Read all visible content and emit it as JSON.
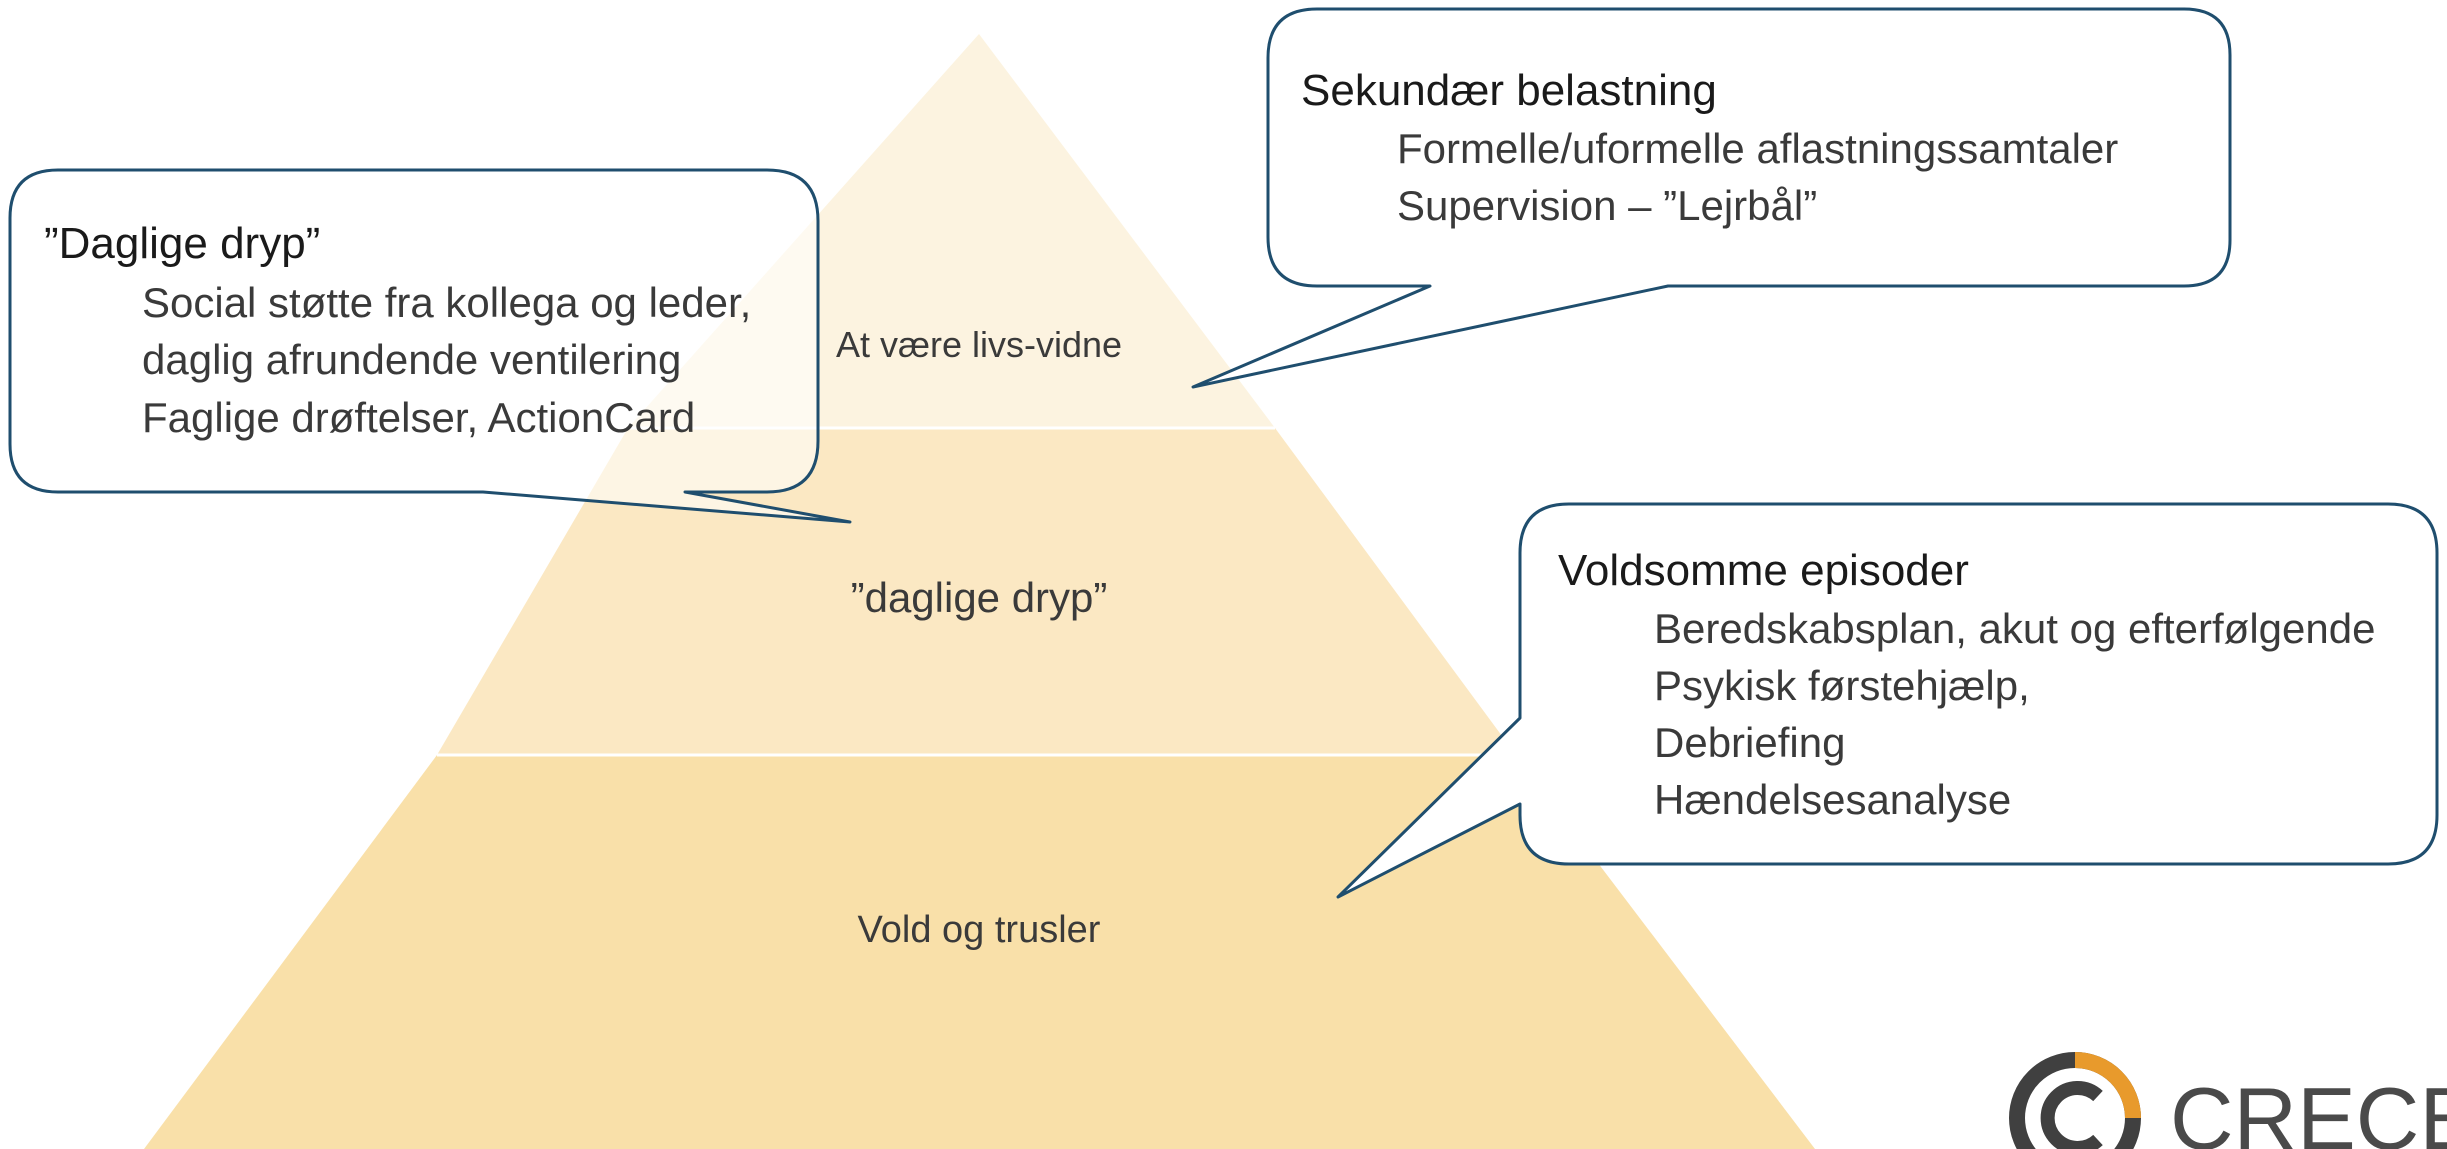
{
  "pyramid": {
    "layers": [
      {
        "id": "top",
        "label": "At være livs-vidne",
        "color": "#FCF3E0"
      },
      {
        "id": "middle",
        "label": "”daglige dryp”",
        "color": "#FBE8C3"
      },
      {
        "id": "bottom",
        "label": "Vold og trusler",
        "color": "#F9E0A9"
      }
    ]
  },
  "callouts": {
    "daily": {
      "title": "”Daglige dryp”",
      "lines": [
        "Social støtte fra kollega og leder,",
        "daglig afrundende ventilering",
        "Faglige drøftelser, ActionCard"
      ]
    },
    "secondary": {
      "title": "Sekundær belastning",
      "lines": [
        "Formelle/uformelle aflastningssamtaler",
        "Supervision – ”Lejrbål”"
      ]
    },
    "violent": {
      "title": "Voldsomme episoder",
      "lines": [
        "Beredskabsplan, akut og efterfølgende",
        "Psykisk førstehjælp,",
        "Debriefing",
        "Hændelsesanalyse"
      ]
    }
  },
  "logo": {
    "text": "CRECEA",
    "ring_color": "#404040",
    "accent_color": "#E89A2C"
  },
  "colors": {
    "callout_border": "#1F4E6E"
  }
}
